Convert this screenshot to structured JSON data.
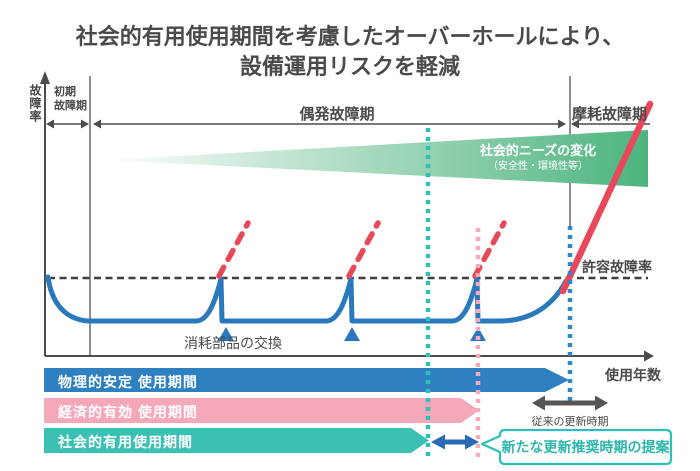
{
  "title": {
    "line1": "社会的有用使用期間を考慮したオーバーホールにより、",
    "line2": "設備運用リスクを軽減"
  },
  "axes": {
    "y_label": "故障率",
    "x_label": "使用年数"
  },
  "periods": {
    "initial": "初期\n故障期",
    "random": "偶発故障期",
    "wear": "摩耗故障期"
  },
  "annotations": {
    "social_needs_line1": "社会的ニーズの変化",
    "social_needs_line2": "（安全性・環境性等）",
    "allowable_failure_rate": "許容故障率",
    "parts_replacement": "消耗部品の交換",
    "conventional_renewal": "従来の更新時期",
    "new_renewal_proposal": "新たな更新推奨時期の提案"
  },
  "bars": [
    {
      "label": "物理的安定 使用期間",
      "color": "#2e80c0"
    },
    {
      "label": "経済的有効 使用期間",
      "color": "#f5a8ba"
    },
    {
      "label": "社会的有用使用期間",
      "color": "#3dc0b4"
    }
  ],
  "colors": {
    "curve_blue": "#2b79bd",
    "bar_blue": "#2e80c0",
    "bar_pink": "#f5a8ba",
    "bar_teal": "#3dc0b4",
    "wedge_green": "#4db47f",
    "risk_red": "#e8495a",
    "axis_gray": "#4f4f4f",
    "allowable_line": "#3f3f3f",
    "bubble_teal": "#2cc0b8"
  }
}
